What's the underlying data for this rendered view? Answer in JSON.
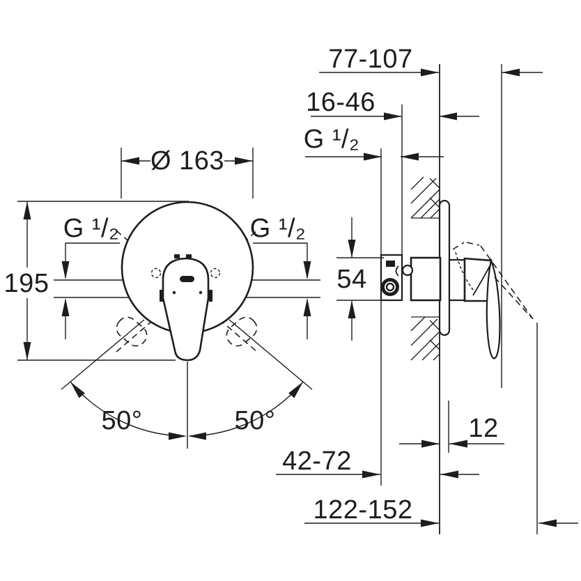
{
  "colors": {
    "line": "#1d1d1b",
    "background": "#ffffff"
  },
  "front_view": {
    "plate_diameter": "Ø 163",
    "overall_height": "195",
    "thread_label_left": "G ¹/₂",
    "thread_label_right": "G ¹/₂",
    "swing_angle_left": "50°",
    "swing_angle_right": "50°"
  },
  "side_view": {
    "thread_label": "G ¹/₂",
    "wall_mount_depth_range": "77-107",
    "recess_depth_range": "16-46",
    "body_height": "54",
    "escutcheon_thickness": "12",
    "projection_range_min": "42-72",
    "projection_range_total": "122-152"
  }
}
